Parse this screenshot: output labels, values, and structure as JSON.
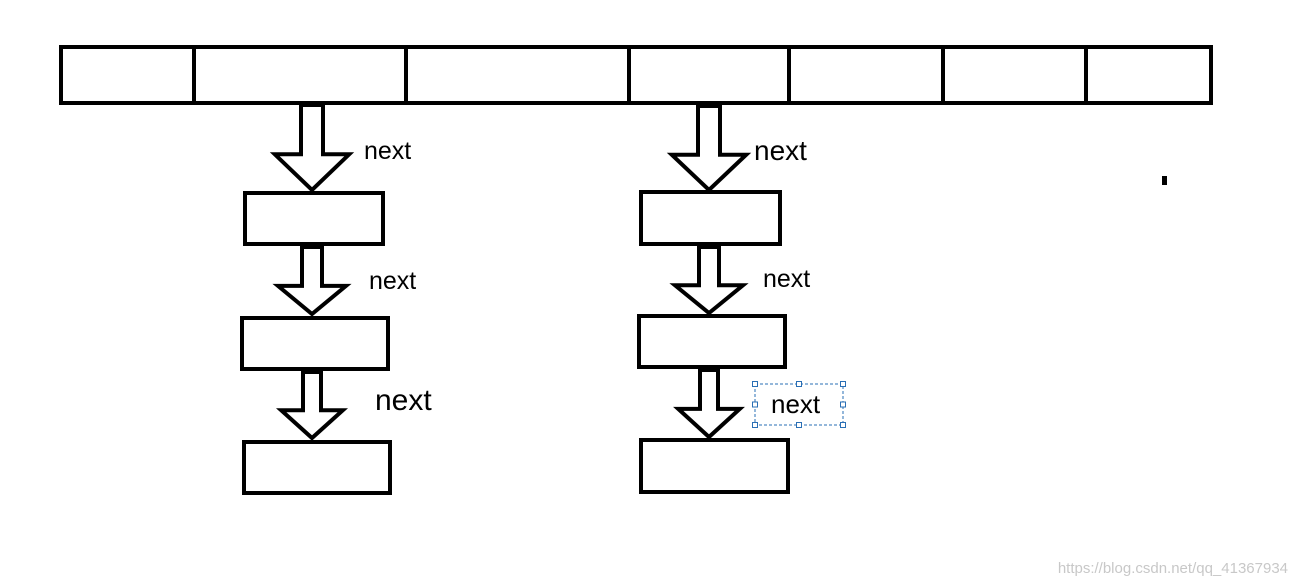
{
  "array": {
    "cell_count": 7
  },
  "chains": [
    {
      "node_count": 3,
      "link_labels": [
        "next",
        "next",
        "next"
      ]
    },
    {
      "node_count": 3,
      "link_labels": [
        "next",
        "next",
        "next"
      ]
    }
  ],
  "selected_label": {
    "chain": 1,
    "link": 2
  },
  "watermark": "https://blog.csdn.net/qq_41367934",
  "colors": {
    "stroke": "#000000",
    "selection": "#2a6fb5",
    "watermark": "#c8c8c8"
  }
}
